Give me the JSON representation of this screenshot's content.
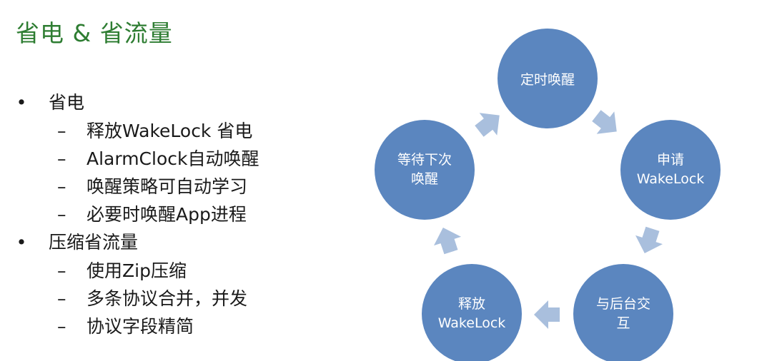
{
  "slide": {
    "title": "省电 & 省流量",
    "bullet_marker": "•",
    "sub_marker": "–",
    "sections": [
      {
        "label": "省电",
        "items": [
          "释放WakeLock 省电",
          "AlarmClock自动唤醒",
          "唤醒策略可自动学习",
          "必要时唤醒App进程"
        ]
      },
      {
        "label": "压缩省流量",
        "items": [
          "使用Zip压缩",
          "多条协议合并，并发",
          "协议字段精简"
        ]
      }
    ]
  },
  "cycle": {
    "node_color": "#5b86bf",
    "arrow_color": "#a9bfdd",
    "nodes": [
      {
        "lines": [
          "定时唤醒"
        ]
      },
      {
        "lines": [
          "申请",
          "WakeLock"
        ]
      },
      {
        "lines": [
          "与后台交",
          "互"
        ]
      },
      {
        "lines": [
          "释放",
          "WakeLock"
        ]
      },
      {
        "lines": [
          "等待下次",
          "唤醒"
        ]
      }
    ]
  }
}
